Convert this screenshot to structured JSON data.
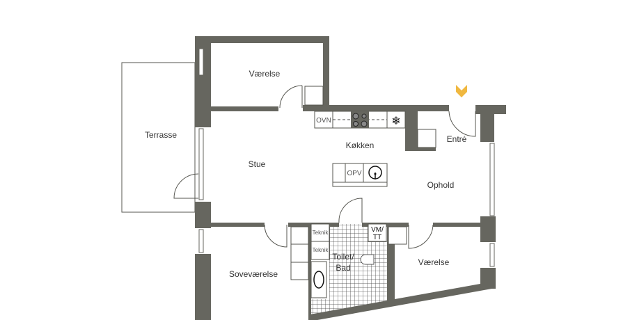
{
  "rooms": {
    "vaerelse_top": "Værelse",
    "terrasse": "Terrasse",
    "stue": "Stue",
    "koekken": "Køkken",
    "entre": "Entré",
    "ophold": "Ophold",
    "sovevaerelse": "Soveværelse",
    "toilet_bad_1": "Toilet/",
    "toilet_bad_2": "Bad",
    "vaerelse_bottom": "Værelse"
  },
  "fixtures": {
    "oven": "OVN",
    "dishwasher": "OPV",
    "teknik_1": "Teknik",
    "teknik_2": "Teknik",
    "washer_dryer_1": "VM/",
    "washer_dryer_2": "TT"
  },
  "colors": {
    "wall": "#66665f",
    "entrance_marker": "#f0b840"
  }
}
